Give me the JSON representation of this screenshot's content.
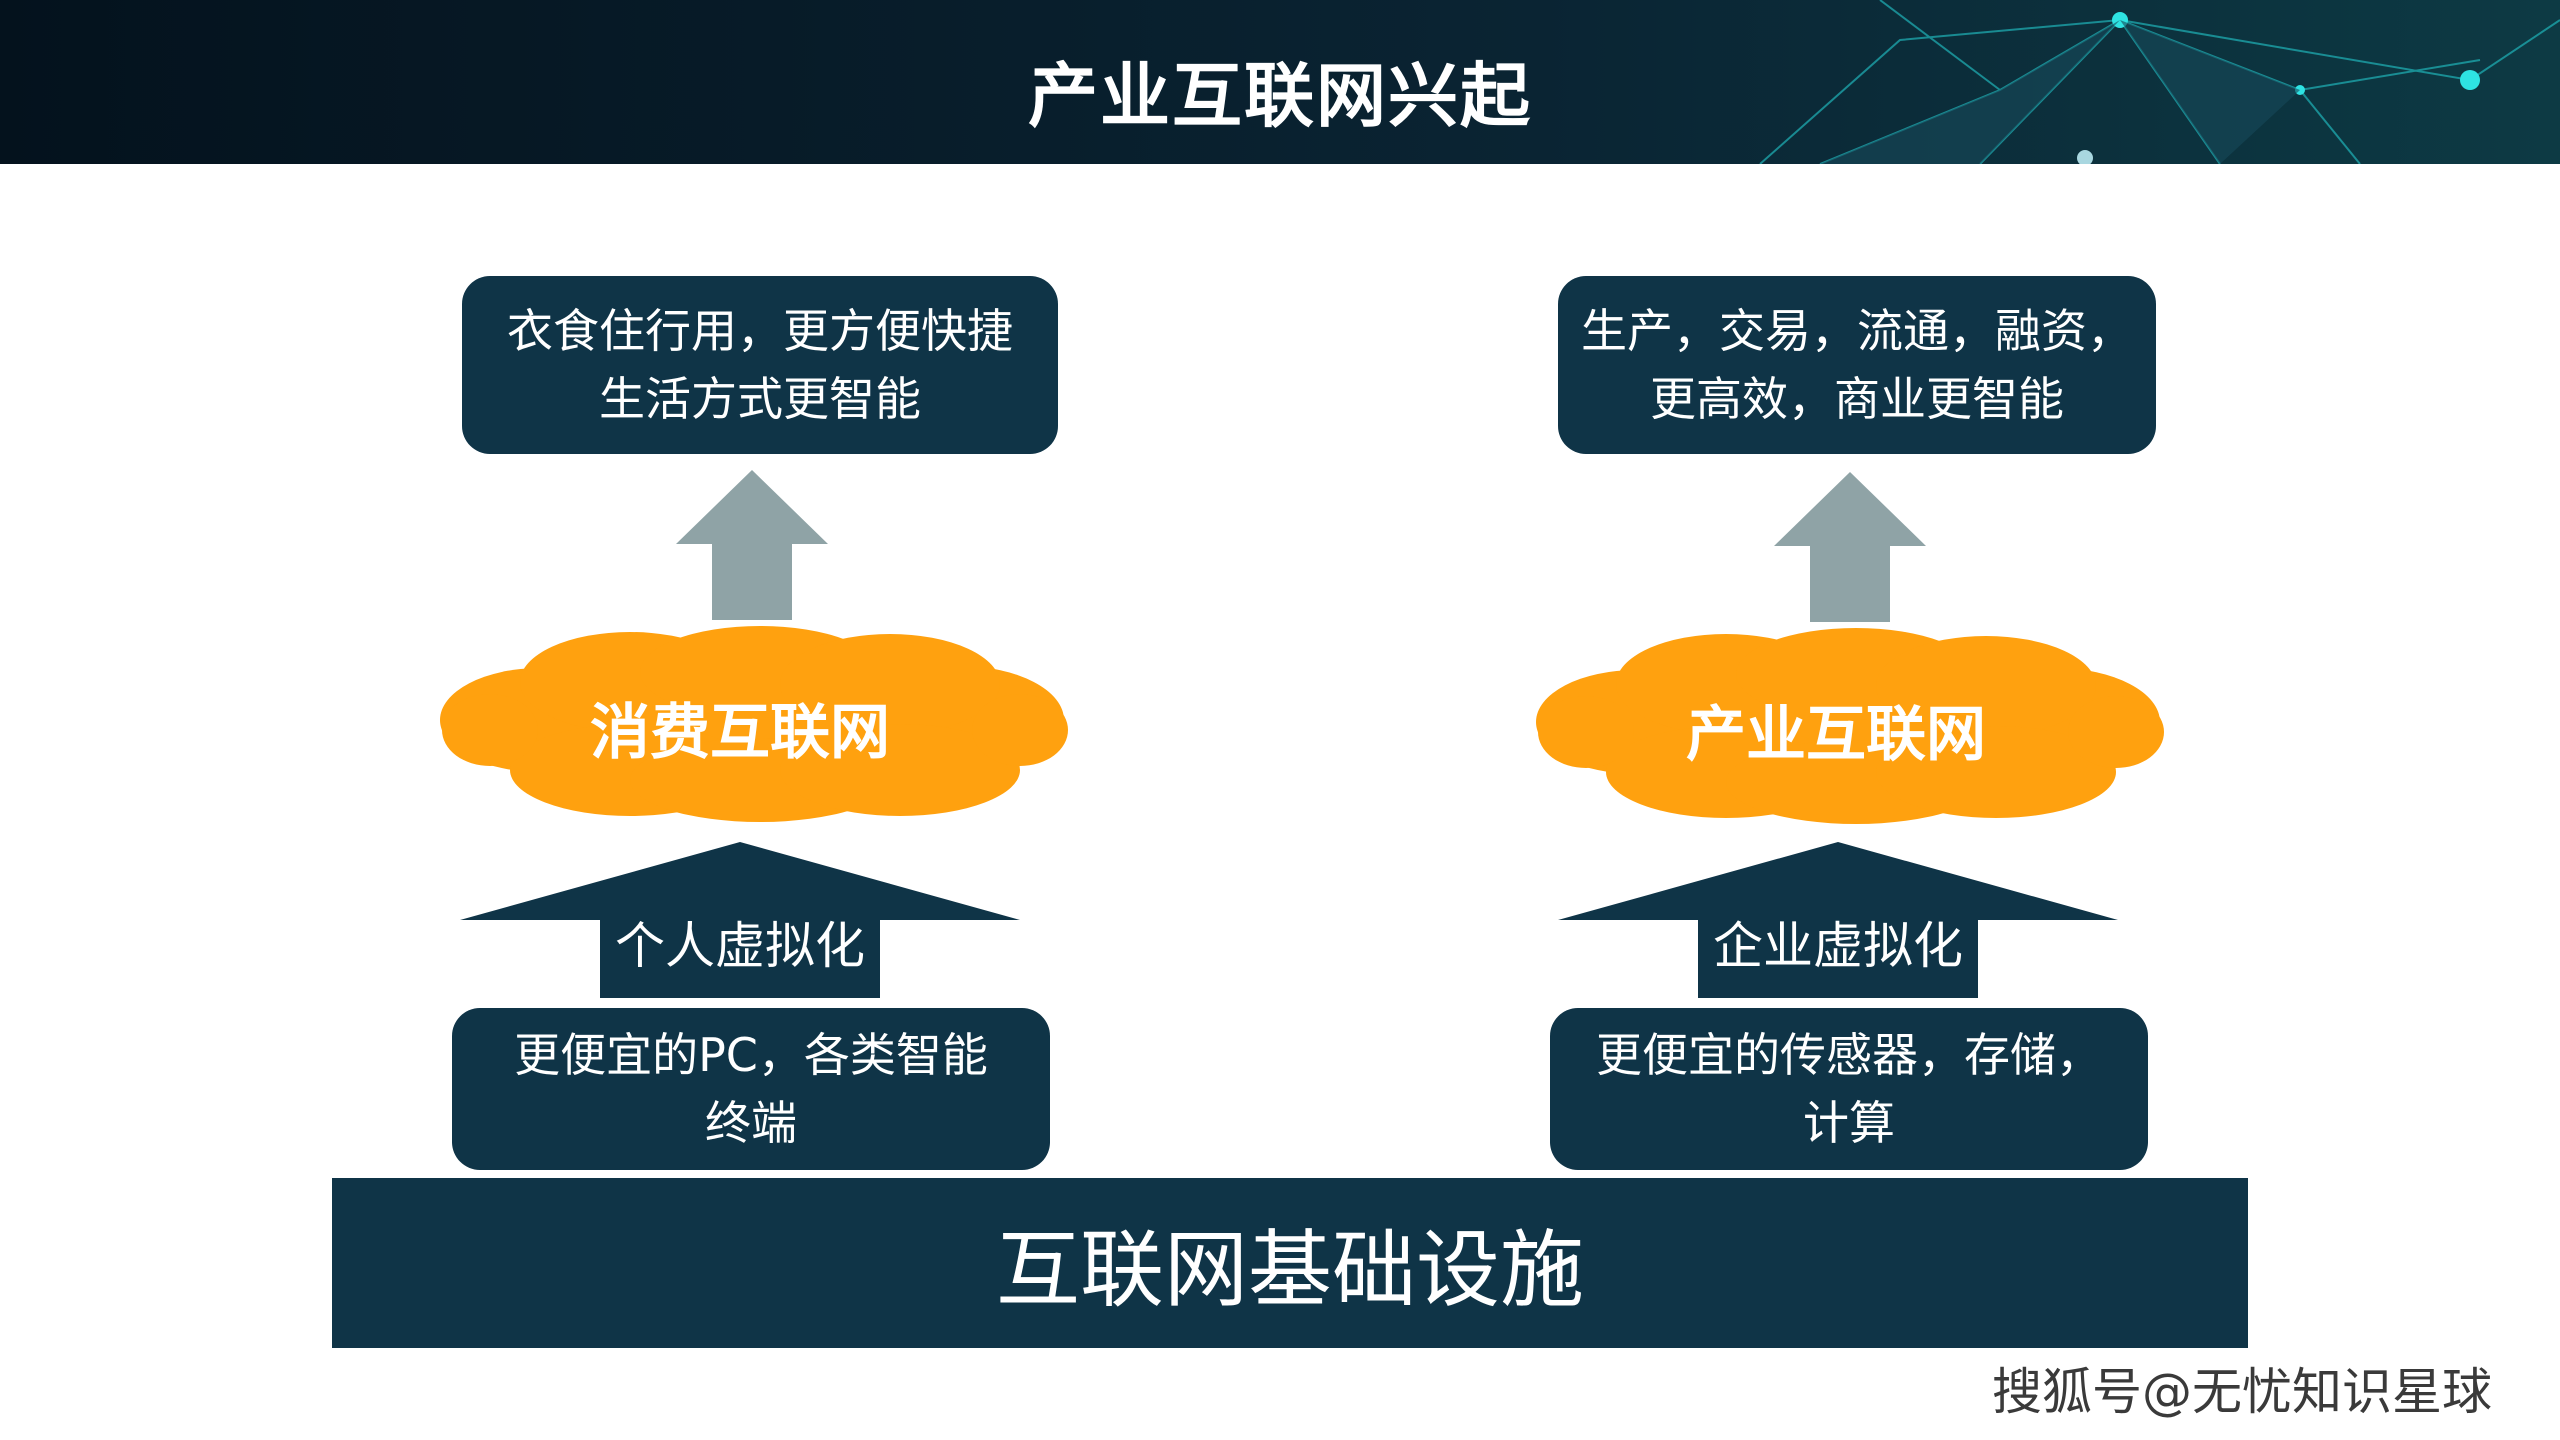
{
  "header": {
    "title": "产业互联网兴起"
  },
  "left": {
    "top_box": [
      "衣食住行用，更方便快捷",
      "生活方式更智能"
    ],
    "cloud_label": "消费互联网",
    "arrow_label": "个人虚拟化",
    "bottom_box": [
      "更便宜的PC，各类智能",
      "终端"
    ]
  },
  "right": {
    "top_box": [
      "生产，交易，流通，融资，",
      "更高效，商业更智能"
    ],
    "cloud_label": "产业互联网",
    "arrow_label": "企业虚拟化",
    "bottom_box": [
      "更便宜的传感器，存储，",
      "计算"
    ]
  },
  "base": {
    "label": "互联网基础设施"
  },
  "watermark": "搜狐号@无忧知识星球",
  "colors": {
    "box": "#0f3447",
    "cloud": "#ffa10f",
    "up_arrow": "#8fa3a6",
    "header_bg": "#061a28"
  }
}
